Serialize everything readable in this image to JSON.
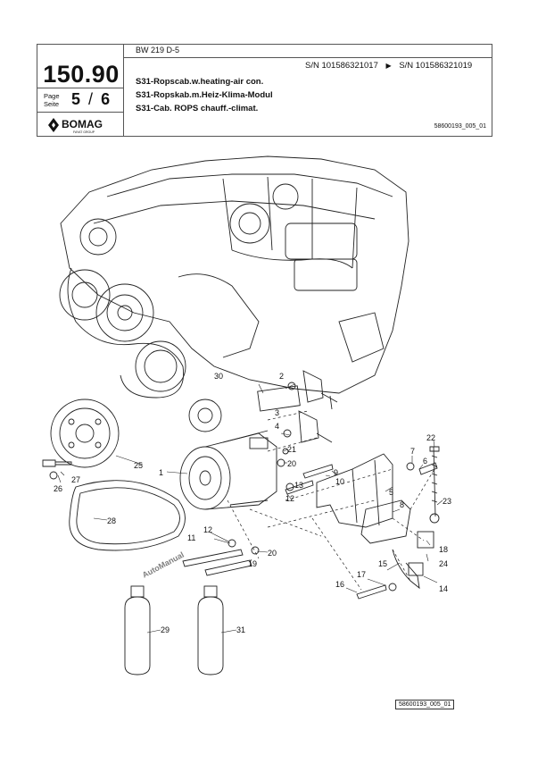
{
  "header": {
    "model": "BW 219 D-5",
    "part_number": "150.90",
    "page_label_en": "Page",
    "page_label_de": "Seite",
    "page_current": "5",
    "page_sep": "/",
    "page_total": "6",
    "serial_from": "S/N 101586321017",
    "serial_to": "S/N 101586321019",
    "arrow": "▶",
    "title_en": "S31-Ropscab.w.heating-air con.",
    "title_de": "S31-Ropskab.m.Heiz-Klima-Modul",
    "title_fr": "S31-Cab. ROPS chauff.-climat.",
    "image_ref": "58600193_005_01"
  },
  "logo": {
    "brand": "BOMAG",
    "sub": "FAYAT GROUP"
  },
  "diagram": {
    "callouts": [
      "1",
      "2",
      "3",
      "4",
      "5",
      "6",
      "7",
      "8",
      "9",
      "10",
      "11",
      "12",
      "12",
      "13",
      "14",
      "15",
      "16",
      "17",
      "18",
      "19",
      "20",
      "20",
      "21",
      "22",
      "23",
      "24",
      "25",
      "26",
      "27",
      "28",
      "29",
      "30",
      "31"
    ]
  },
  "watermark": "AutoManual",
  "footer": {
    "image_ref": "58600193_005_01"
  }
}
